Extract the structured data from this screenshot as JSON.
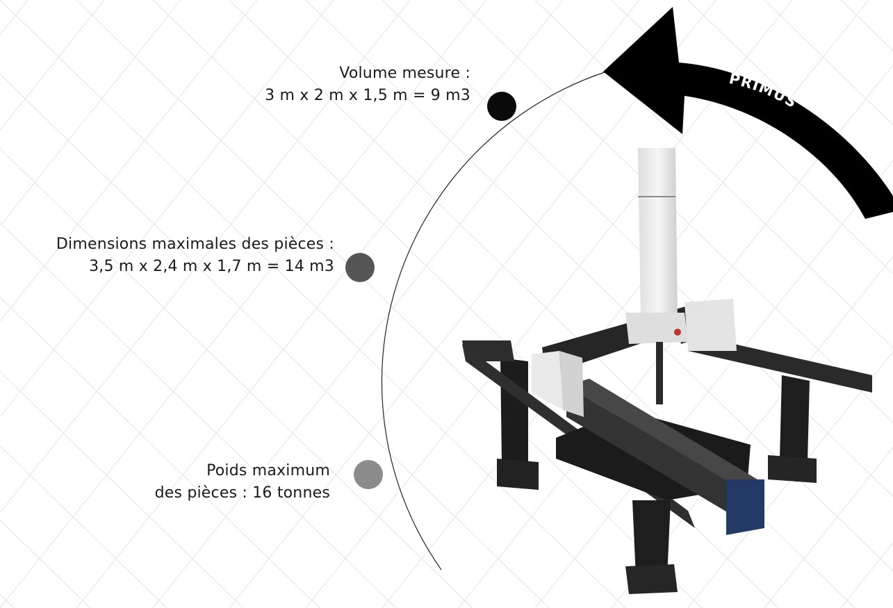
{
  "specs": [
    {
      "title": "Volume mesure :",
      "value": "3 m x 2 m x 1,5 m = 9 m3",
      "dot_color": "#0a0a0a"
    },
    {
      "title": "Dimensions maximales des pièces :",
      "value": "3,5 m x 2,4 m x 1,7 m = 14 m3",
      "dot_color": "#555555"
    },
    {
      "title": "Poids maximum",
      "value": "des pièces : 16 tonnes",
      "dot_color": "#8c8c8c"
    }
  ],
  "arrow": {
    "label": "PRIMUS",
    "color": "#000000",
    "text_color": "#ffffff",
    "icon": "curved-arrow-icon"
  },
  "machine": {
    "icon": "coordinate-measuring-machine"
  },
  "colors": {
    "background": "#ffffff",
    "grid": "#dce5ef",
    "arc": "#222222"
  }
}
